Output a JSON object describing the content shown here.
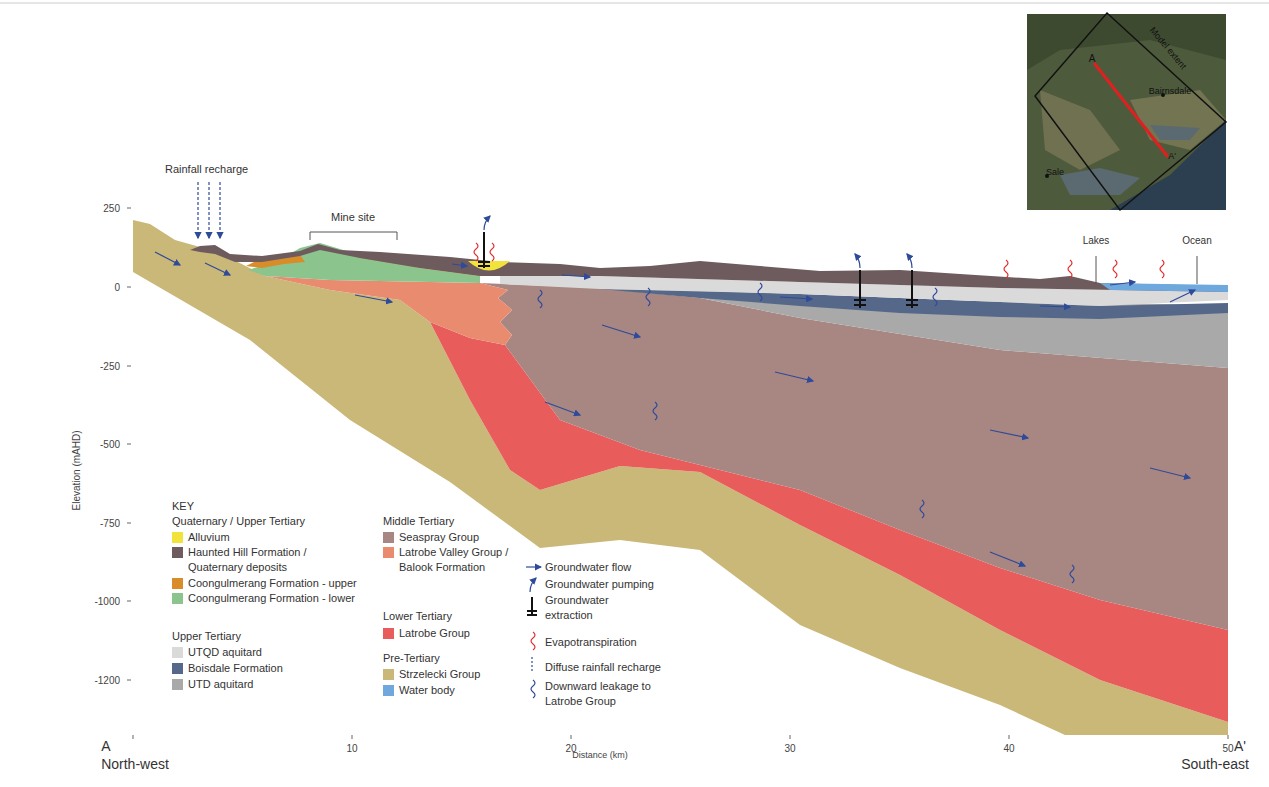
{
  "diagram": {
    "labels": [
      "Rainfall recharge",
      "Mine site",
      "Lakes",
      "Ocean",
      "250",
      "0",
      "-250",
      "-500",
      "-750",
      "-1000",
      "-1200",
      "Elevation (mAHD)",
      "10",
      "20",
      "30",
      "40",
      "50",
      "Distance (km)",
      "A",
      "North-west",
      "A'",
      "South-east",
      "KEY",
      "Quaternary / Upper Tertiary",
      "Upper Tertiary",
      "Middle Tertiary",
      "Lower Tertiary",
      "Pre-Tertiary",
      "Model extent",
      "A",
      "Bairnsdale",
      "Sale",
      "A'"
    ],
    "legend": [
      {
        "text": "Alluvium",
        "color": "#f2e33c"
      },
      {
        "text": "Haunted Hill Formation / Quaternary deposits",
        "color": "#6e5b5e"
      },
      {
        "text": "Coongulmerang Formation - upper",
        "color": "#d98c2a"
      },
      {
        "text": "Coongulmerang Formation - lower",
        "color": "#8cc48e"
      },
      {
        "text": "UTQD aquitard",
        "color": "#dadada"
      },
      {
        "text": "Boisdale Formation",
        "color": "#55688a"
      },
      {
        "text": "UTD aquitard",
        "color": "#a9a9a9"
      },
      {
        "text": "Seaspray Group",
        "color": "#a88682"
      },
      {
        "text": "Latrobe Valley Group / Balook Formation",
        "color": "#e88b6e"
      },
      {
        "text": "Latrobe Group",
        "color": "#e85c5c"
      },
      {
        "text": "Strzelecki Group",
        "color": "#c9b877"
      },
      {
        "text": "Water body",
        "color": "#6fa8dc"
      },
      {
        "text": "Groundwater flow"
      },
      {
        "text": "Groundwater pumping"
      },
      {
        "text": "Groundwater extraction"
      },
      {
        "text": "Evapotranspiration"
      },
      {
        "text": "Diffuse rainfall recharge"
      },
      {
        "text": "Downward leakage to Latrobe Group"
      }
    ]
  }
}
